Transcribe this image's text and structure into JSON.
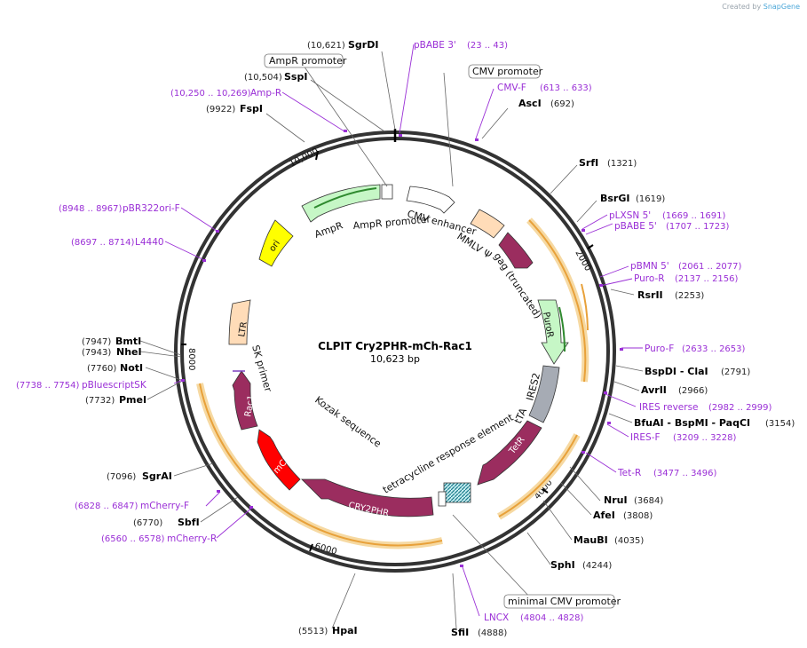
{
  "watermark": {
    "created_by": "Created by",
    "brand": "SnapGene"
  },
  "plasmid": {
    "name": "CLPIT Cry2PHR-mCh-Rac1",
    "size": "10,623 bp"
  },
  "ticks": [
    "2000",
    "4000",
    "6000",
    "8000",
    "10,000"
  ],
  "enzymes": [
    {
      "name": "SgrDI",
      "pos": "(10,621)"
    },
    {
      "name": "SspI",
      "pos": "(10,504)"
    },
    {
      "name": "FspI",
      "pos": "(9922)"
    },
    {
      "name": "AscI",
      "pos": "(692)"
    },
    {
      "name": "SrfI",
      "pos": "(1321)"
    },
    {
      "name": "BsrGI",
      "pos": "(1619)"
    },
    {
      "name": "RsrII",
      "pos": "(2253)"
    },
    {
      "name": "BspDI - ClaI",
      "pos": "(2791)"
    },
    {
      "name": "AvrII",
      "pos": "(2966)"
    },
    {
      "name": "BfuAI - BspMI - PaqCI",
      "pos": "(3154)"
    },
    {
      "name": "NruI",
      "pos": "(3684)"
    },
    {
      "name": "AfeI",
      "pos": "(3808)"
    },
    {
      "name": "MauBI",
      "pos": "(4035)"
    },
    {
      "name": "SphI",
      "pos": "(4244)"
    },
    {
      "name": "SfiI",
      "pos": "(4888)"
    },
    {
      "name": "HpaI",
      "pos": "(5513)"
    },
    {
      "name": "SbfI",
      "pos": "(6770)"
    },
    {
      "name": "SgrAI",
      "pos": "(7096)"
    },
    {
      "name": "PmeI",
      "pos": "(7732)"
    },
    {
      "name": "NotI",
      "pos": "(7760)"
    },
    {
      "name": "NheI",
      "pos": "(7943)"
    },
    {
      "name": "BmtI",
      "pos": "(7947)"
    }
  ],
  "primers": [
    {
      "name": "pBABE 3'",
      "range": "(23 .. 43)"
    },
    {
      "name": "Amp-R",
      "range": "(10,250 .. 10,269)"
    },
    {
      "name": "CMV-F",
      "range": "(613 .. 633)"
    },
    {
      "name": "pLXSN 5'",
      "range": "(1669 .. 1691)"
    },
    {
      "name": "pBABE 5'",
      "range": "(1707 .. 1723)"
    },
    {
      "name": "pBMN 5'",
      "range": "(2061 .. 2077)"
    },
    {
      "name": "Puro-R",
      "range": "(2137 .. 2156)"
    },
    {
      "name": "Puro-F",
      "range": "(2633 .. 2653)"
    },
    {
      "name": "IRES reverse",
      "range": "(2982 .. 2999)"
    },
    {
      "name": "IRES-F",
      "range": "(3209 .. 3228)"
    },
    {
      "name": "Tet-R",
      "range": "(3477 .. 3496)"
    },
    {
      "name": "LNCX",
      "range": "(4804 .. 4828)"
    },
    {
      "name": "mCherry-R",
      "range": "(6560 .. 6578)"
    },
    {
      "name": "mCherry-F",
      "range": "(6828 .. 6847)"
    },
    {
      "name": "pBluescriptSK",
      "range": "(7738 .. 7754)"
    },
    {
      "name": "L4440",
      "range": "(8697 .. 8714)"
    },
    {
      "name": "pBR322ori-F",
      "range": "(8948 .. 8967)"
    }
  ],
  "boxed_labels": [
    "AmpR promoter",
    "CMV promoter",
    "minimal CMV promoter"
  ],
  "features": {
    "ampr": "AmpR",
    "ampr_promoter": "AmpR promoter",
    "cmv_enhancer": "CMV enhancer",
    "mmlv_psi": "MMLV Ψ",
    "gag": "gag (truncated)",
    "puror": "PuroR",
    "ires2": "IRES2",
    "tta": "tTA",
    "tetr": "TetR",
    "tre": "tetracycline response element",
    "kozak": "Kozak sequence",
    "sk_primer": "SK primer",
    "ltr": "LTR",
    "ori": "ori",
    "rac1": "Rac1",
    "mcherry": "mCherry",
    "cry2phr": "CRY2PHR"
  },
  "colors": {
    "ampr": "#c6f7c6",
    "ori": "#ffff00",
    "ltr": "#ffdcb8",
    "gag": "#9b2d5f",
    "puror": "#c6f7c6",
    "ires": "#a6abb4",
    "tetr": "#9b2d5f",
    "cry2phr": "#9b2d5f",
    "mcherry": "#ff0000",
    "rac1": "#9b2d5f",
    "orange_orf": "#e8a13a",
    "primer": "#9a2fd6"
  }
}
